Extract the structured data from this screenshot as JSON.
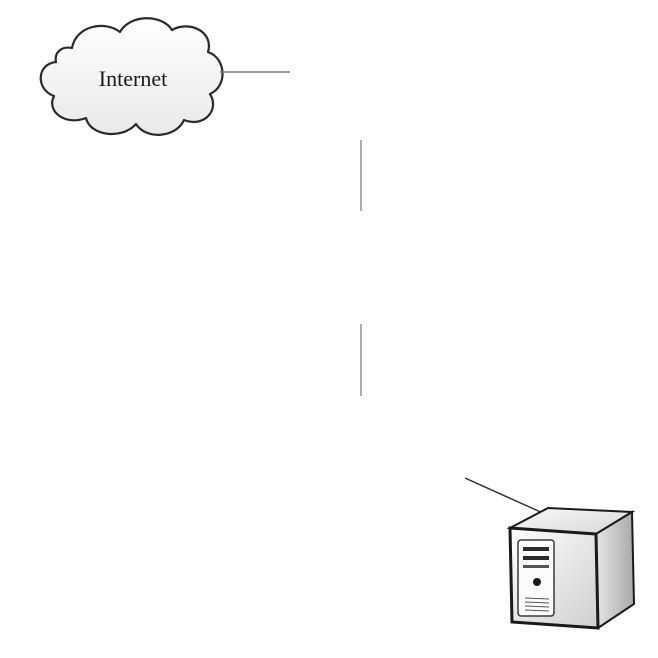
{
  "diagram": {
    "nodes": [
      {
        "id": "internet",
        "type": "cloud",
        "label": "Internet"
      },
      {
        "id": "server",
        "type": "server-icon",
        "label": ""
      }
    ],
    "connectors": [
      {
        "id": "internet-link",
        "from": "internet",
        "to": ""
      },
      {
        "id": "upper-vertical-link",
        "from": "",
        "to": ""
      },
      {
        "id": "lower-vertical-link",
        "from": "",
        "to": ""
      },
      {
        "id": "server-link",
        "from": "",
        "to": "server"
      }
    ],
    "colors": {
      "line": "#7a7a7a",
      "cloud_stroke": "#2a2a2a",
      "server_dark": "#1a1a1a",
      "server_mid": "#bdbdbd",
      "server_light": "#f2f2f2"
    }
  }
}
